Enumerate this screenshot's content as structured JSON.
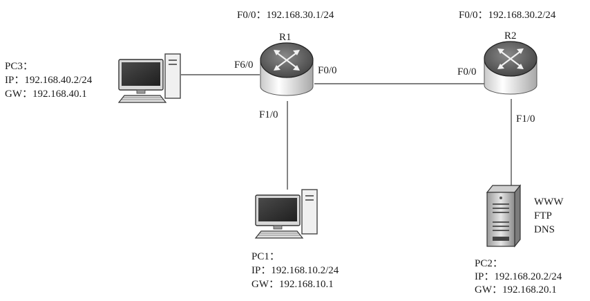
{
  "r1": {
    "name": "R1",
    "f00_label": "F0/0：192.168.30.1/24",
    "f60": "F6/0",
    "f00": "F0/0",
    "f10": "F1/0"
  },
  "r2": {
    "name": "R2",
    "f00_label": "F0/0：192.168.30.2/24",
    "f00": "F0/0",
    "f10": "F1/0"
  },
  "pc3": {
    "name": "PC3：",
    "ip": "IP：192.168.40.2/24",
    "gw": "GW：192.168.40.1"
  },
  "pc1": {
    "name": "PC1：",
    "ip": "IP：192.168.10.2/24",
    "gw": "GW：192.168.10.1"
  },
  "pc2": {
    "name": "PC2：",
    "ip": "IP：192.168.20.2/24",
    "gw": "GW：192.168.20.1"
  },
  "server": {
    "services": [
      "WWW",
      "FTP",
      "DNS"
    ]
  },
  "icons": {
    "router": "router-icon",
    "pc": "desktop-computer-icon",
    "server": "server-tower-icon"
  }
}
